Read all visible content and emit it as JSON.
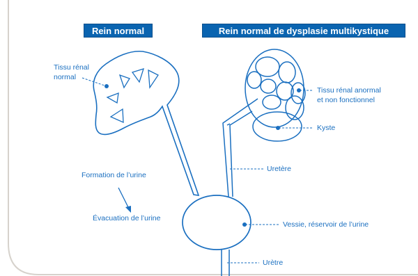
{
  "headers": {
    "normal": "Rein normal",
    "dysplasia": "Rein normal de dysplasie multikystique"
  },
  "labels": {
    "tissu_normal_line1": "Tissu rénal",
    "tissu_normal_line2": "normal",
    "tissu_anormal_line1": "Tissu rénal anormal",
    "tissu_anormal_line2": "et non fonctionnel",
    "kyste": "Kyste",
    "uretere": "Uretère",
    "formation": "Formation de l’urine",
    "evacuation": "Évacuation de l’urine",
    "vessie": "Vessie, réservoir de l’urine",
    "uretre": "Urètre"
  },
  "colors": {
    "stroke": "#1a6fc0",
    "header_bg": "#0a64b0",
    "frame": "#d6d2cc"
  }
}
